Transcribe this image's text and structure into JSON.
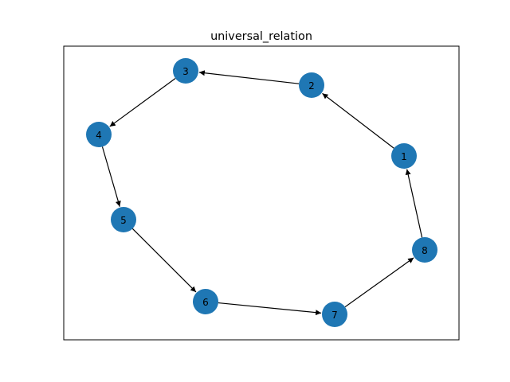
{
  "figure": {
    "title": "universal_relation"
  },
  "graph": {
    "directed": true,
    "node_color": "#1f77b4",
    "edge_color": "#000000",
    "nodes": [
      {
        "id": "1",
        "label": "1"
      },
      {
        "id": "2",
        "label": "2"
      },
      {
        "id": "3",
        "label": "3"
      },
      {
        "id": "4",
        "label": "4"
      },
      {
        "id": "5",
        "label": "5"
      },
      {
        "id": "6",
        "label": "6"
      },
      {
        "id": "7",
        "label": "7"
      },
      {
        "id": "8",
        "label": "8"
      }
    ],
    "edges": [
      {
        "from": "1",
        "to": "2"
      },
      {
        "from": "2",
        "to": "3"
      },
      {
        "from": "3",
        "to": "4"
      },
      {
        "from": "4",
        "to": "5"
      },
      {
        "from": "5",
        "to": "6"
      },
      {
        "from": "6",
        "to": "7"
      },
      {
        "from": "7",
        "to": "8"
      },
      {
        "from": "8",
        "to": "1"
      }
    ]
  }
}
